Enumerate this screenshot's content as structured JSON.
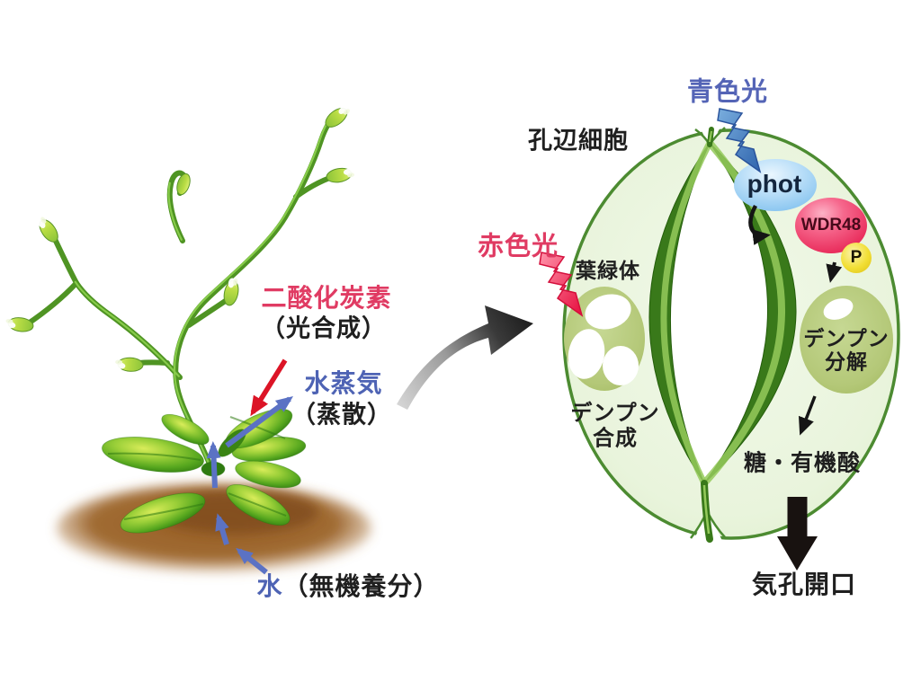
{
  "figure": {
    "background": "#ffffff",
    "plant": {
      "co2_label": "二酸化炭素",
      "photosynthesis_label": "（光合成）",
      "water_vapor_label": "水蒸気",
      "transpiration_label": "（蒸散）",
      "water_label": "水",
      "nutrients_label": "（無機養分）"
    },
    "stoma": {
      "guard_cell_label": "孔辺細胞",
      "blue_light_label": "青色光",
      "red_light_label": "赤色光",
      "chloroplast_label": "葉緑体",
      "starch_synthesis_line1": "デンプン",
      "starch_synthesis_line2": "合成",
      "starch_degradation_line1": "デンプン",
      "starch_degradation_line2": "分解",
      "phot_label": "phot",
      "wdr48_label": "WDR48",
      "phosphate_label": "P",
      "sugar_label": "糖・有機酸",
      "stomatal_opening_label": "気孔開口"
    },
    "icons": {
      "blue_bolt": "lightning-bolt-icon",
      "red_bolt": "lightning-bolt-icon",
      "transition": "curved-swoosh-arrow-icon",
      "opening": "thick-down-arrow-icon"
    },
    "colors": {
      "red_text": "#e03b63",
      "blue_text": "#4e63b4",
      "blue_light_text": "#5464b6",
      "black_text": "#1f1f1f",
      "phot_fill": "#a5d2f3",
      "wdr48_fill": "#ee2f5d",
      "phosphate_fill": "#f2df35",
      "cell_fill": "#e9f4dc",
      "cell_border": "#4c8b31",
      "inner_wall": "#39791a",
      "organelle_fill": "#b7c97c",
      "soil_brown": "#8f5a26",
      "red_arrow": "#dc1426",
      "blue_arrow": "#5b72c4",
      "swoosh_dark": "#2a2a2a"
    }
  }
}
